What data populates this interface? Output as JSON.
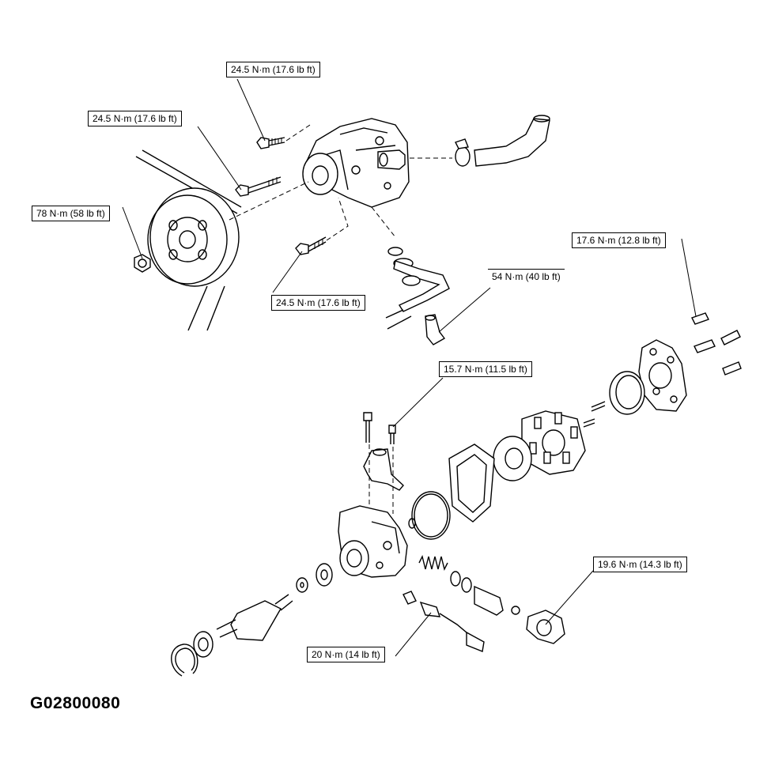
{
  "figure_id": "G02800080",
  "torque_labels": [
    {
      "id": "t1",
      "text": "24.5 N·m (17.6 lb ft)"
    },
    {
      "id": "t2",
      "text": "24.5 N·m (17.6 lb ft)"
    },
    {
      "id": "t3",
      "text": "78 N·m (58 lb ft)"
    },
    {
      "id": "t4",
      "text": "24.5 N·m (17.6 lb ft)"
    },
    {
      "id": "t5",
      "text": "54 N·m (40 lb ft)"
    },
    {
      "id": "t6",
      "text": "17.6 N·m (12.8 lb ft)"
    },
    {
      "id": "t7",
      "text": "15.7 N·m (11.5 lb ft)"
    },
    {
      "id": "t8",
      "text": "19.6 N·m (14.3 lb ft)"
    },
    {
      "id": "t9",
      "text": "20 N·m (14 lb ft)"
    }
  ]
}
